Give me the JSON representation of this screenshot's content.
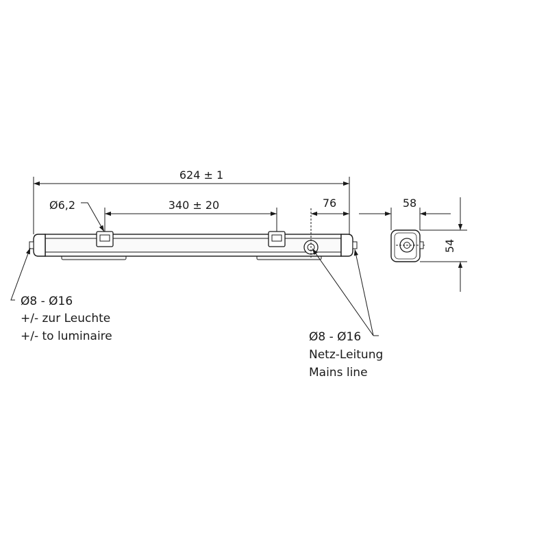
{
  "dimensions": {
    "overall_length": "624 ± 1",
    "clip_spacing": "340 ± 20",
    "hole_diameter": "Ø6,2",
    "cable_offset": "76",
    "width": "58",
    "height": "54"
  },
  "notes": {
    "end_cable": {
      "line1": "Ø8 - Ø16",
      "line2": "+/- zur Leuchte",
      "line3": "+/- to luminaire"
    },
    "mains_cable": {
      "line1": "Ø8 - Ø16",
      "line2": "Netz-Leitung",
      "line3": "Mains line"
    }
  },
  "colors": {
    "line": "#1a1a1a",
    "background": "#ffffff"
  }
}
